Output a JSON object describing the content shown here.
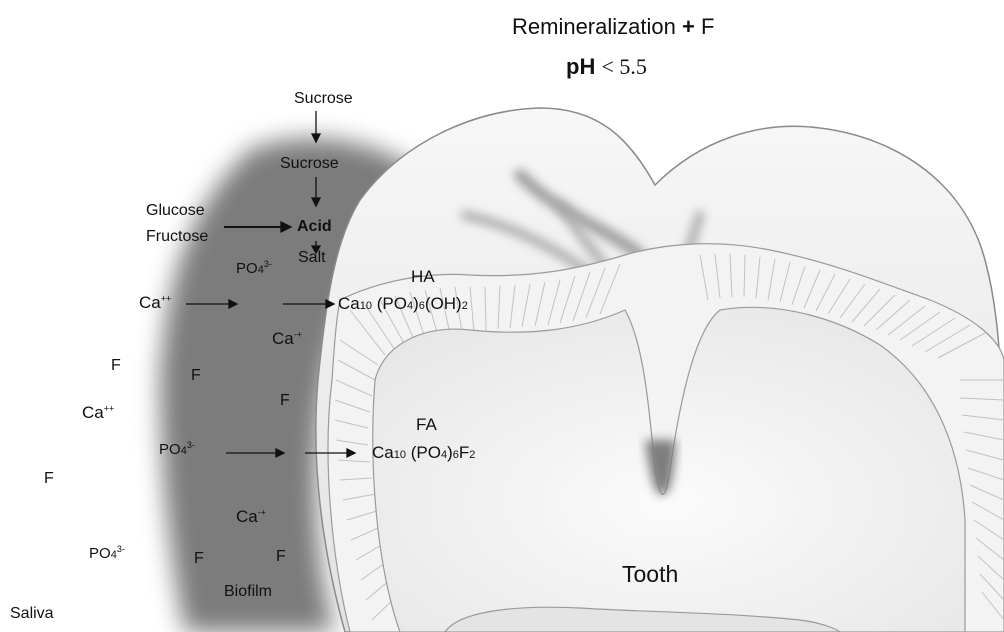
{
  "title": {
    "line1_text": "Remineralization",
    "line1_plus": "+",
    "line1_f": "F",
    "line2_ph": "pH",
    "line2_rest": "< 5.5"
  },
  "labels": {
    "sucrose_top": "Sucrose",
    "sucrose_mid": "Sucrose",
    "glucose": "Glucose",
    "fructose": "Fructose",
    "acid": "Acid",
    "salt": "Salt",
    "ha": "HA",
    "fa": "FA",
    "tooth": "Tooth",
    "biofilm": "Biofilm",
    "saliva": "Saliva",
    "f": "F",
    "ca": "Ca",
    "po4": "PO",
    "po4_sub": "4",
    "po4_charge": "3-",
    "ca_charge_pp": "++",
    "ca_charge_alt": "-+"
  },
  "formulas": {
    "ha": {
      "ca": "Ca",
      "ca_sub": "10",
      "po": "(PO",
      "po_sub": "4",
      "po_close": ")",
      "po_count": "6",
      "tail": "(OH)",
      "tail_sub": "2"
    },
    "fa": {
      "ca": "Ca",
      "ca_sub": "10",
      "po": "(PO",
      "po_sub": "4",
      "po_close": ")",
      "po_count": "6",
      "tail": "F",
      "tail_sub": "2"
    }
  },
  "colors": {
    "biofilm": "#7a7a7a",
    "enamel": "#efefef",
    "dentin": "#f6f6f6",
    "outline": "#8a8a8a",
    "text": "#111111"
  }
}
